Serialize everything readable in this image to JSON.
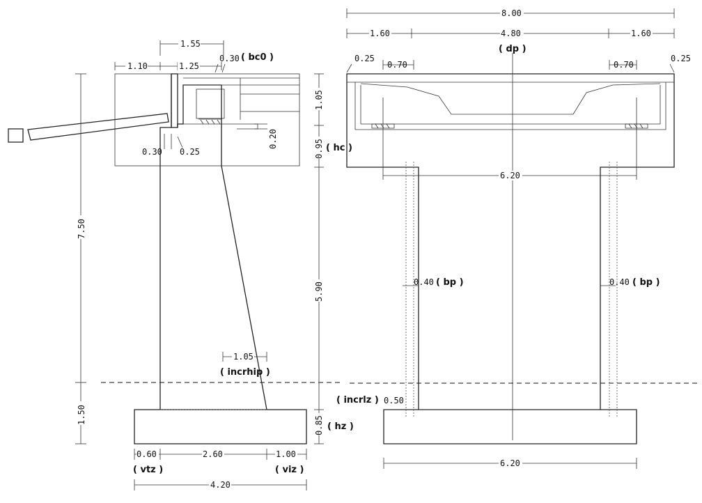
{
  "abutment": {
    "dim_back_top": "1.55",
    "dim_back_wall": "0.30",
    "label_bc0": "( bc0 )",
    "dim_left_part": "1.10",
    "dim_seat": "1.25",
    "dim_total_height": "7.50",
    "dim_corbel_a": "0.30",
    "dim_corbel_b": "0.25",
    "dim_seat_step": "0.20",
    "dim_incrhip": "1.05",
    "label_incrhip": "( incrhip )",
    "dim_footing_height": "1.50",
    "dim_toe": "0.60",
    "dim_mid": "2.60",
    "dim_heel": "1.00",
    "label_vtz": "( vtz )",
    "label_viz": "( viz )",
    "dim_footing_width": "4.20"
  },
  "pier": {
    "dim_total_width": "8.00",
    "dim_left": "1.60",
    "dim_center": "4.80",
    "dim_right": "1.60",
    "label_dp": "( dp )",
    "dim_edge_left": "0.25",
    "dim_edge_right": "0.25",
    "dim_bearing_left": "0.70",
    "dim_bearing_right": "0.70",
    "dim_height_upper": "1.05",
    "dim_cap": "0.95",
    "label_hc": "( hc )",
    "dim_cap_width": "6.20",
    "dim_column_height": "5.90",
    "dim_wall_left": "0.40",
    "label_bp_left": "( bp )",
    "dim_wall_right": "0.40",
    "label_bp_right": "( bp )",
    "label_incrlz": "( incrlz )",
    "dim_incrlz": "0.50",
    "dim_footing": "0.85",
    "label_hz": "( hz )",
    "dim_base_width": "6.20"
  }
}
